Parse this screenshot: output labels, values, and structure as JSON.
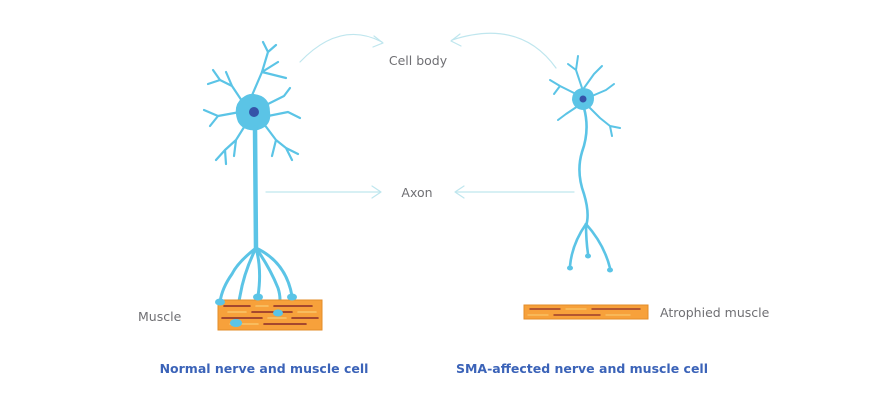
{
  "labels": {
    "cell_body": "Cell body",
    "axon": "Axon",
    "muscle": "Muscle",
    "atrophied_muscle": "Atrophied muscle",
    "normal_caption": "Normal nerve and muscle cell",
    "sma_caption": "SMA-affected nerve and muscle cell"
  },
  "colors": {
    "nerve": "#5bc4e6",
    "nucleus": "#3553a8",
    "muscle_fill": "#f7a13b",
    "muscle_stripe_dark": "#8a2b2b",
    "muscle_stripe_light": "#f8c56a",
    "pointer_line": "#bfe6ee",
    "label_gray": "#6f6f73",
    "caption_blue": "#3b63b8"
  }
}
